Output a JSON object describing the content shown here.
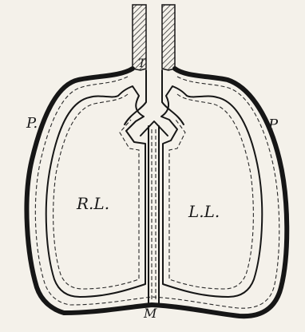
{
  "diagram": {
    "labels": {
      "trachea": "T",
      "pleura_left_side": "P.",
      "pleura_right_side": "P",
      "right_lung": "R.L.",
      "left_lung": "L.L.",
      "mediastinum": "M"
    }
  }
}
